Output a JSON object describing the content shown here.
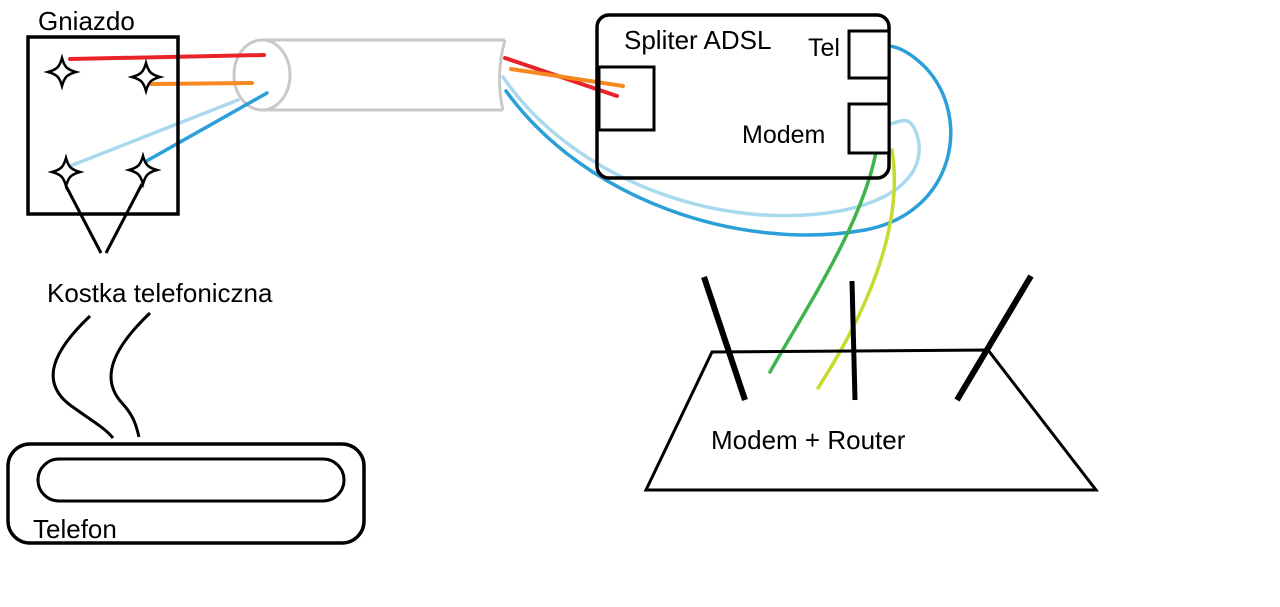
{
  "page": {
    "background": "#ffffff"
  },
  "diagram": {
    "labels": {
      "socket": "Gniazdo",
      "splitter": "Spliter ADSL",
      "splitter_tel_port": "Tel",
      "splitter_modem_port": "Modem",
      "terminal_block": "Kostka telefoniczna",
      "phone": "Telefon",
      "router": "Modem + Router"
    },
    "colors": {
      "wire_red": "#e8242a",
      "wire_orange": "#f6891f",
      "wire_light_blue": "#a9d9ec",
      "wire_blue": "#2a9fd8",
      "wire_green": "#3db54a",
      "wire_yellow_green": "#c8da2f",
      "cable_sheath_gray": "#c9c9c9",
      "outline_black": "#000000"
    }
  }
}
